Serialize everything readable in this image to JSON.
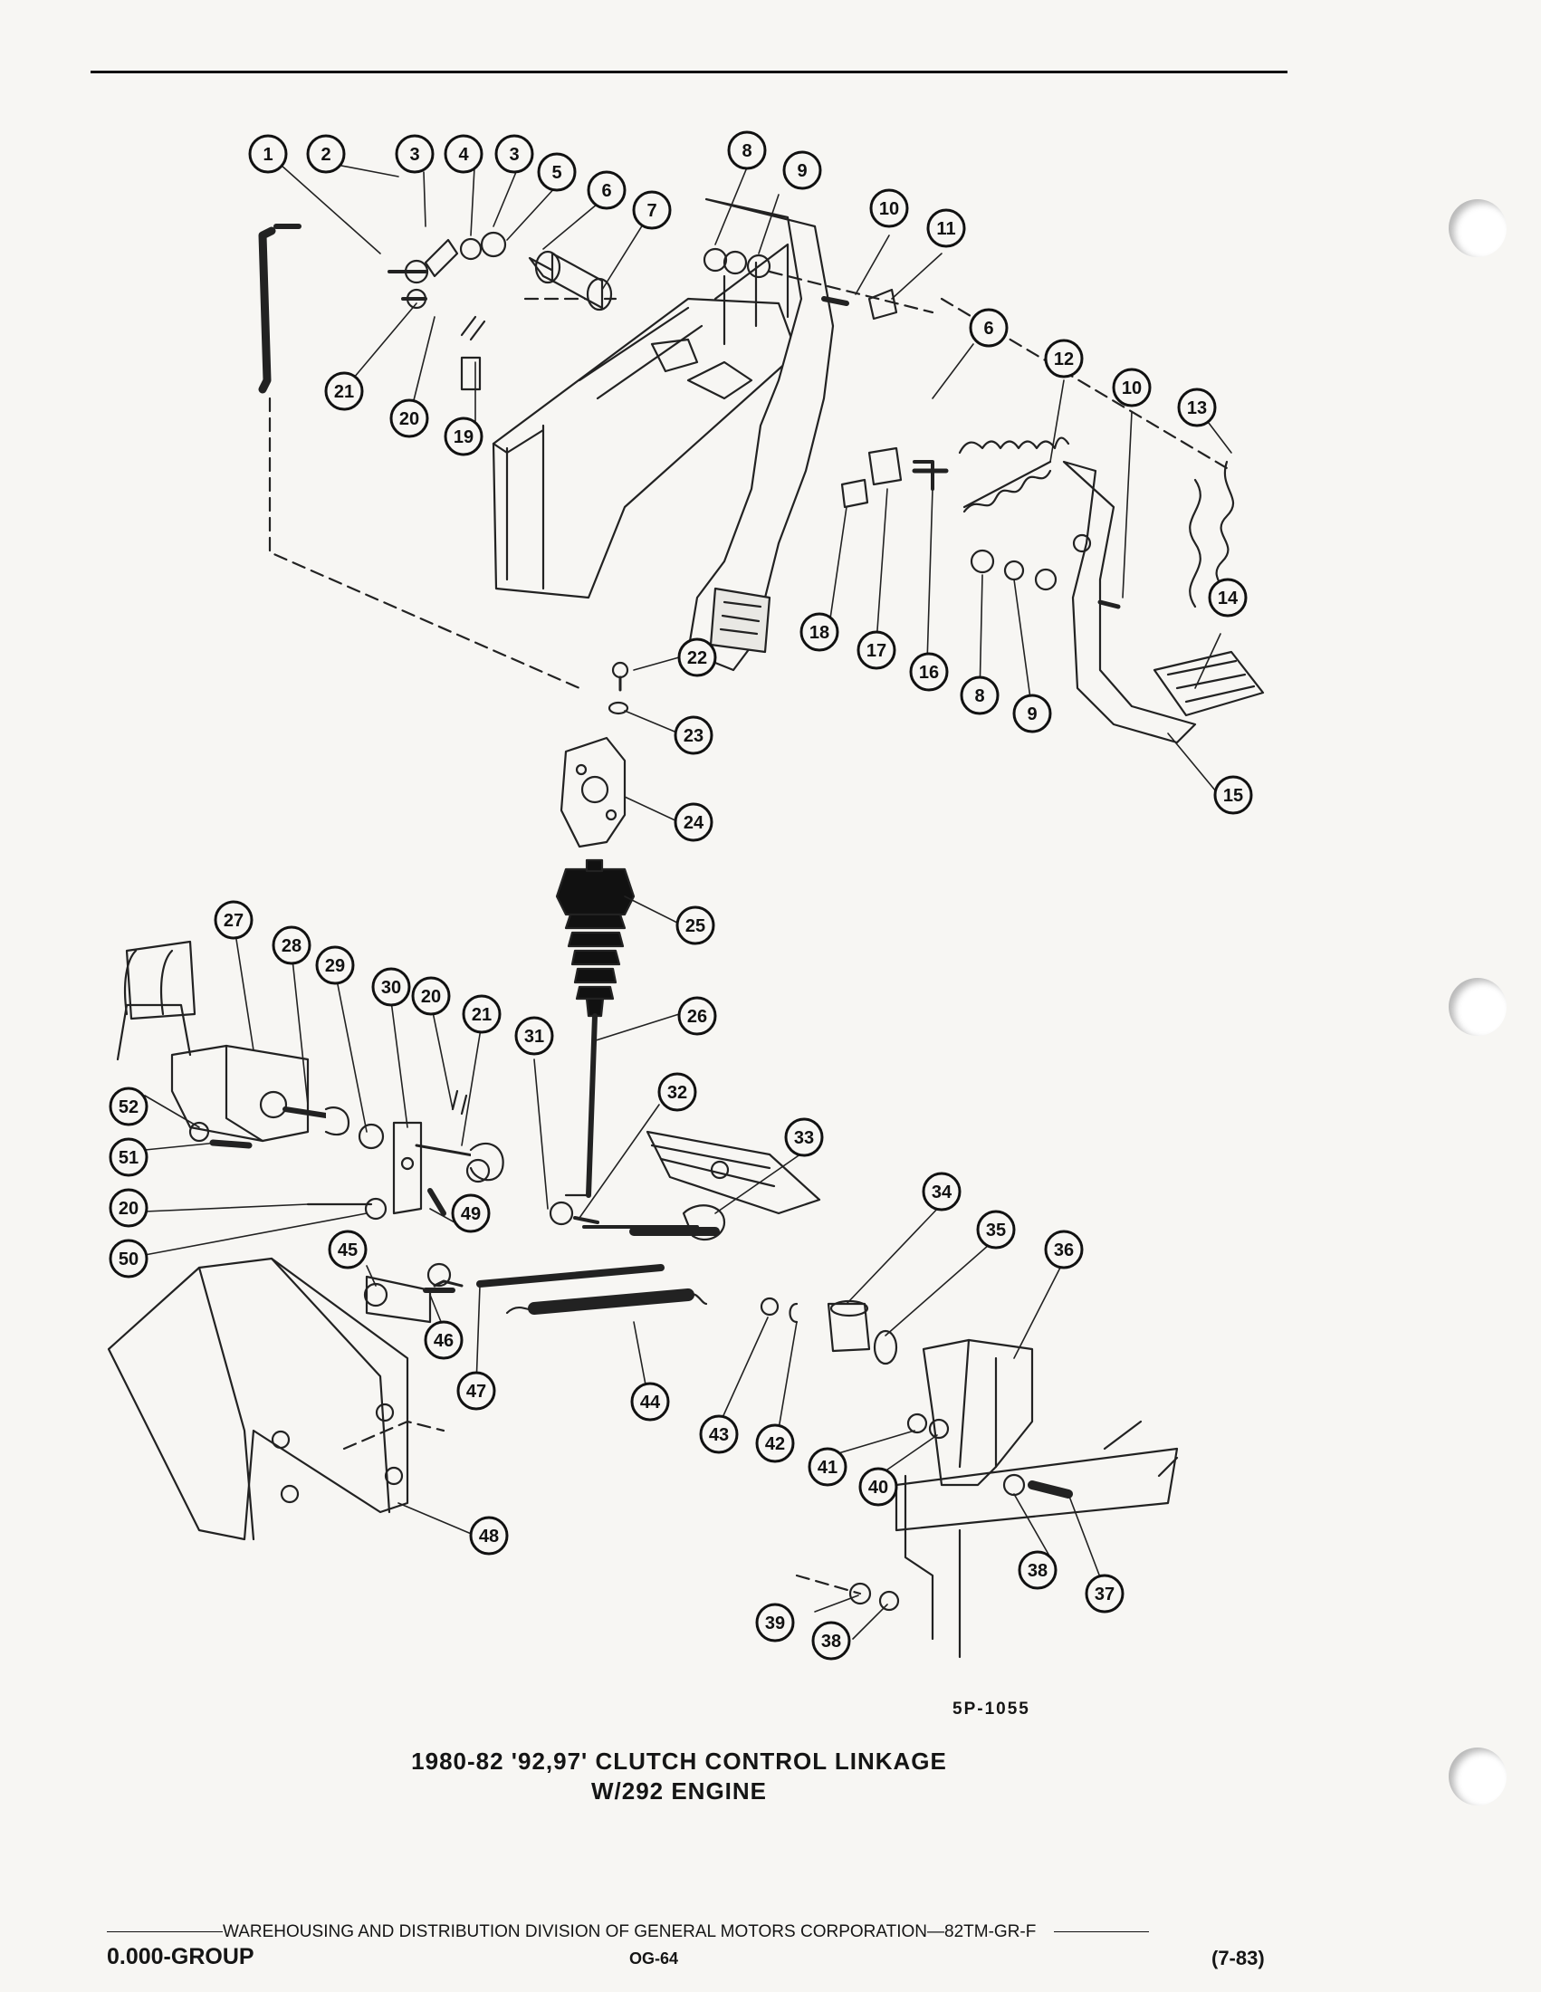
{
  "figure_code": "5P-1055",
  "caption": {
    "line1": "1980-82 '92,97' CLUTCH CONTROL LINKAGE",
    "line2": "W/292 ENGINE"
  },
  "footer": {
    "publisher": "WAREHOUSING AND DISTRIBUTION  DIVISION OF GENERAL MOTORS CORPORATION—82TM-GR-F",
    "group": "0.000-GROUP",
    "page": "OG-64",
    "date": "(7-83)"
  },
  "callouts": [
    "1",
    "2",
    "3",
    "4",
    "3",
    "5",
    "6",
    "7",
    "8",
    "9",
    "10",
    "11",
    "21",
    "20",
    "19",
    "6",
    "12",
    "10",
    "13",
    "18",
    "17",
    "16",
    "8",
    "9",
    "14",
    "15",
    "22",
    "23",
    "24",
    "25",
    "26",
    "27",
    "28",
    "29",
    "30",
    "20",
    "21",
    "31",
    "32",
    "33",
    "34",
    "35",
    "36",
    "52",
    "51",
    "20",
    "50",
    "49",
    "45",
    "46",
    "47",
    "44",
    "43",
    "42",
    "41",
    "40",
    "48",
    "38",
    "37",
    "39",
    "38"
  ]
}
